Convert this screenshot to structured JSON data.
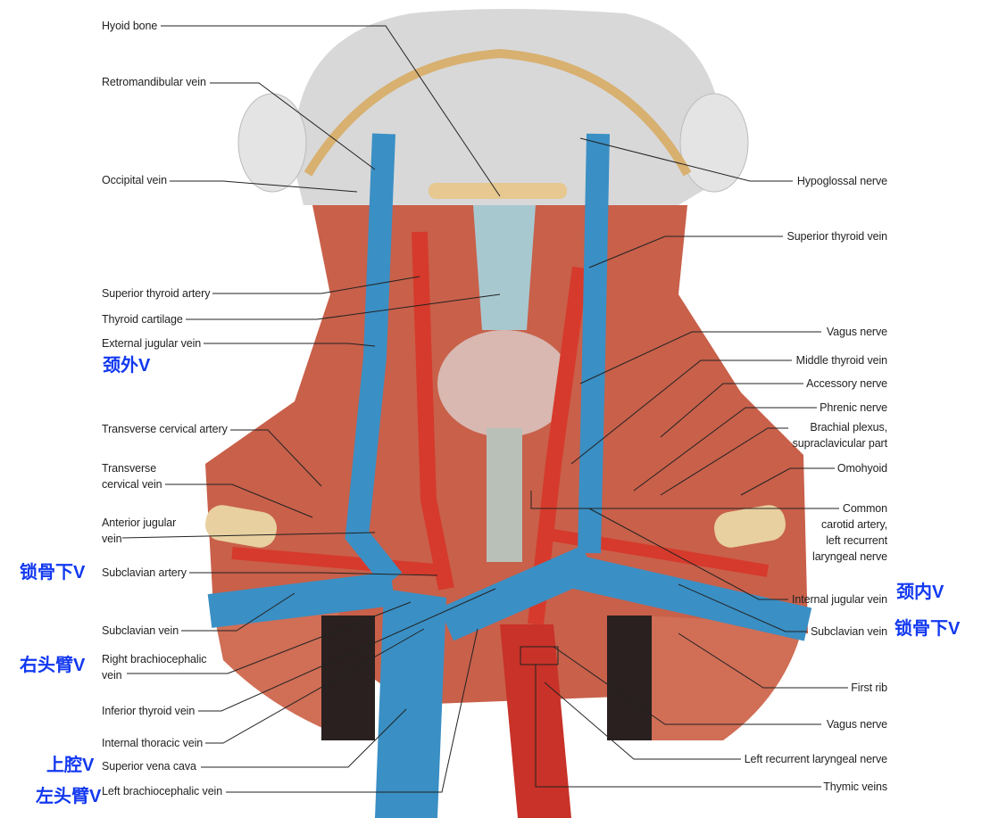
{
  "left_labels": {
    "hyoid_bone": "Hyoid bone",
    "retromandibular_vein": "Retromandibular vein",
    "occipital_vein": "Occipital vein",
    "superior_thyroid_artery": "Superior thyroid artery",
    "thyroid_cartilage": "Thyroid cartilage",
    "external_jugular_vein": "External jugular vein",
    "transverse_cervical_artery": "Transverse cervical artery",
    "transverse_cervical_vein_1": "Transverse",
    "transverse_cervical_vein_2": "cervical vein",
    "anterior_jugular_vein_1": "Anterior jugular",
    "anterior_jugular_vein_2": "vein",
    "subclavian_artery": "Subclavian artery",
    "subclavian_vein": "Subclavian vein",
    "right_brachiocephalic_vein_1": "Right brachiocephalic",
    "right_brachiocephalic_vein_2": "vein",
    "inferior_thyroid_vein": "Inferior thyroid vein",
    "internal_thoracic_vein": "Internal thoracic vein",
    "superior_vena_cava": "Superior vena cava",
    "left_brachiocephalic_vein": "Left brachiocephalic vein"
  },
  "right_labels": {
    "hypoglossal_nerve": "Hypoglossal nerve",
    "superior_thyroid_vein": "Superior thyroid vein",
    "vagus_nerve_upper": "Vagus nerve",
    "middle_thyroid_vein": "Middle thyroid vein",
    "accessory_nerve": "Accessory nerve",
    "phrenic_nerve": "Phrenic nerve",
    "brachial_plexus_1": "Brachial plexus,",
    "brachial_plexus_2": "supraclavicular part",
    "omohyoid": "Omohyoid",
    "common_carotid_1": "Common",
    "common_carotid_2": "carotid artery,",
    "common_carotid_3": "left recurrent",
    "common_carotid_4": "laryngeal nerve",
    "internal_jugular_vein": "Internal jugular vein",
    "subclavian_vein": "Subclavian vein",
    "first_rib": "First rib",
    "vagus_nerve_lower": "Vagus nerve",
    "left_recurrent_laryngeal_nerve": "Left recurrent laryngeal nerve",
    "thymic_veins": "Thymic veins"
  },
  "annotations_cn": {
    "external_jugular": "颈外V",
    "subclavian_left": "锁骨下V",
    "right_brachiocephalic": "右头臂V",
    "superior_vena_cava": "上腔V",
    "left_brachiocephalic": "左头臂V",
    "internal_jugular": "颈内V",
    "subclavian_right": "锁骨下V"
  },
  "colors": {
    "annotation": "#1238f0",
    "vein": "#3a8fc4",
    "artery": "#d63a2c",
    "muscle": "#c8604a"
  }
}
